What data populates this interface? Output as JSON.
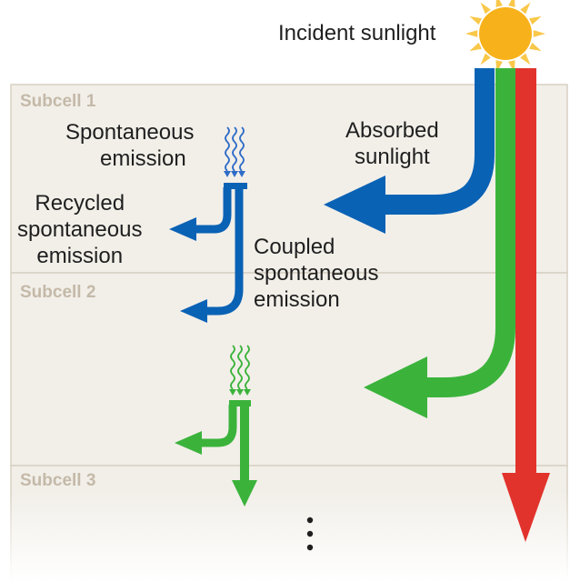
{
  "labels": {
    "incident": "Incident sunlight",
    "absorbed_1": "Absorbed",
    "absorbed_2": "sunlight",
    "spontaneous_1": "Spontaneous",
    "spontaneous_2": "emission",
    "recycled_1": "Recycled",
    "recycled_2": "spontaneous",
    "recycled_3": "emission",
    "coupled_1": "Coupled",
    "coupled_2": "spontaneous",
    "coupled_3": "emission"
  },
  "subcells": [
    "Subcell 1",
    "Subcell 2",
    "Subcell 3"
  ],
  "colors": {
    "blue": "#0a62b5",
    "green": "#3bb33b",
    "red": "#e1332c",
    "sun": "#f7b21b",
    "sun_rays": "#f9c84a",
    "panel": "#f2efe9",
    "panel_border": "#d8d0c3",
    "subcell_text": "#c4b9a8"
  },
  "icons": [
    "sun-icon",
    "wavy-photon-icon",
    "ellipsis-dots-icon"
  ]
}
